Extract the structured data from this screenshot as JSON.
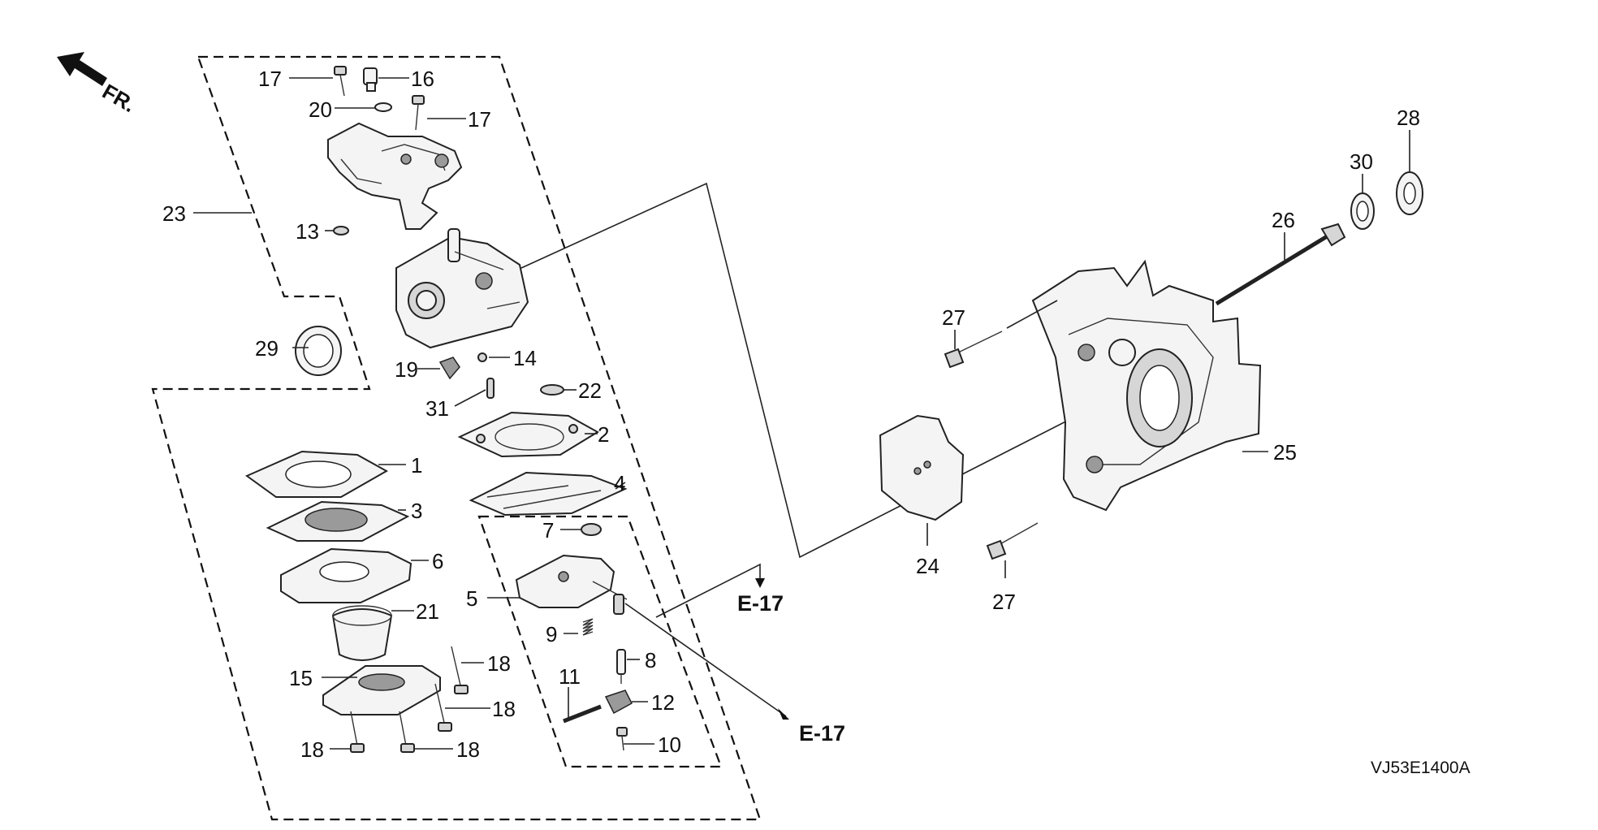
{
  "diagram": {
    "orientation_label": "FR.",
    "part_callouts": [
      "1",
      "2",
      "3",
      "4",
      "5",
      "6",
      "7",
      "8",
      "9",
      "10",
      "11",
      "12",
      "13",
      "14",
      "15",
      "16",
      "17",
      "17",
      "18",
      "18",
      "18",
      "18",
      "19",
      "20",
      "21",
      "22",
      "23",
      "24",
      "25",
      "26",
      "27",
      "27",
      "28",
      "29",
      "30",
      "31"
    ],
    "references": [
      "E-17",
      "E-17"
    ],
    "drawing_code": "VJ53E1400A"
  }
}
